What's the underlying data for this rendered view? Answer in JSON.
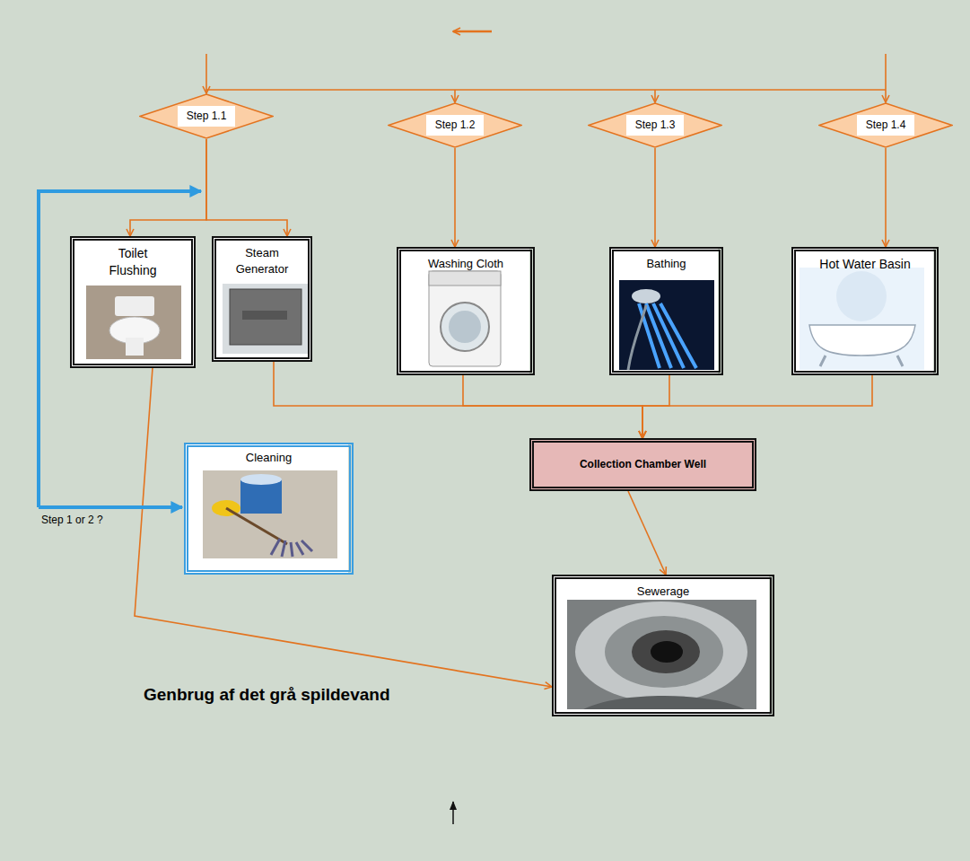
{
  "diagram": {
    "title": "Genbrug af det grå spildevand",
    "nodes": [
      {
        "text": [
          "Step 1.1"
        ]
      },
      {
        "text": [
          "Step 1.2"
        ]
      },
      {
        "text": [
          "Step 1.3"
        ]
      },
      {
        "text": [
          "Step 1.4"
        ]
      },
      {
        "text": [
          "Toilet Flushing"
        ]
      },
      {
        "text": [
          "Steam Generator"
        ]
      },
      {
        "text": [
          "Washing Cloth"
        ]
      },
      {
        "text": [
          "Bathing"
        ]
      },
      {
        "text": [
          "Hot Water Basin"
        ]
      },
      {
        "text": [
          "Cleaning"
        ]
      },
      {
        "text": [
          "Collection Chamber Well"
        ]
      },
      {
        "text": [
          "Sewerage"
        ]
      }
    ],
    "edges": [
      {
        "from": 0,
        "to": 4,
        "arrow": "to"
      },
      {
        "from": 0,
        "to": 5,
        "arrow": "to"
      },
      {
        "from": 1,
        "to": 6,
        "arrow": "to"
      },
      {
        "from": 2,
        "to": 7,
        "arrow": "to"
      },
      {
        "from": 3,
        "to": 8,
        "arrow": "to"
      },
      {
        "from": 5,
        "to": 10,
        "arrow": "to"
      },
      {
        "from": 6,
        "to": 10,
        "arrow": "to"
      },
      {
        "from": 7,
        "to": 10,
        "arrow": "to"
      },
      {
        "from": 8,
        "to": 10,
        "arrow": "to"
      },
      {
        "from": 10,
        "to": 11,
        "arrow": "to"
      },
      {
        "from": 4,
        "to": 11,
        "arrow": "to"
      }
    ],
    "labels": [
      "Step 1 or 2 ?"
    ]
  }
}
